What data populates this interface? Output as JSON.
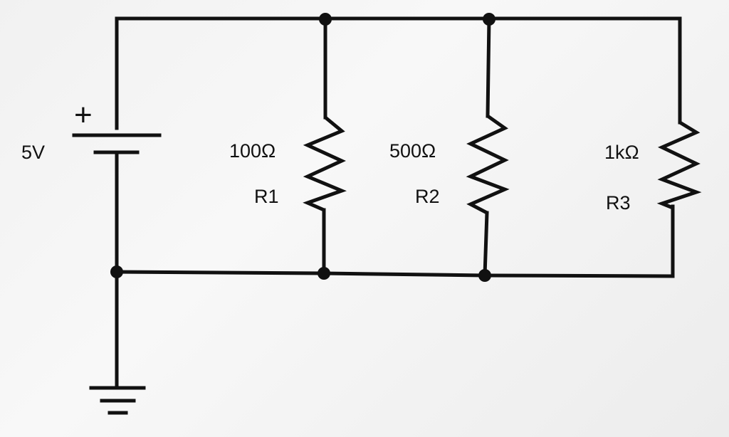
{
  "source": {
    "voltage_label": "5V",
    "polarity_label": "+"
  },
  "resistors": [
    {
      "id": "R1",
      "value_label": "100Ω",
      "name_label": "R1"
    },
    {
      "id": "R2",
      "value_label": "500Ω",
      "name_label": "R2"
    },
    {
      "id": "R3",
      "value_label": "1kΩ",
      "name_label": "R3"
    }
  ],
  "colors": {
    "wire": "#111111",
    "background": "#f4f4f4"
  }
}
